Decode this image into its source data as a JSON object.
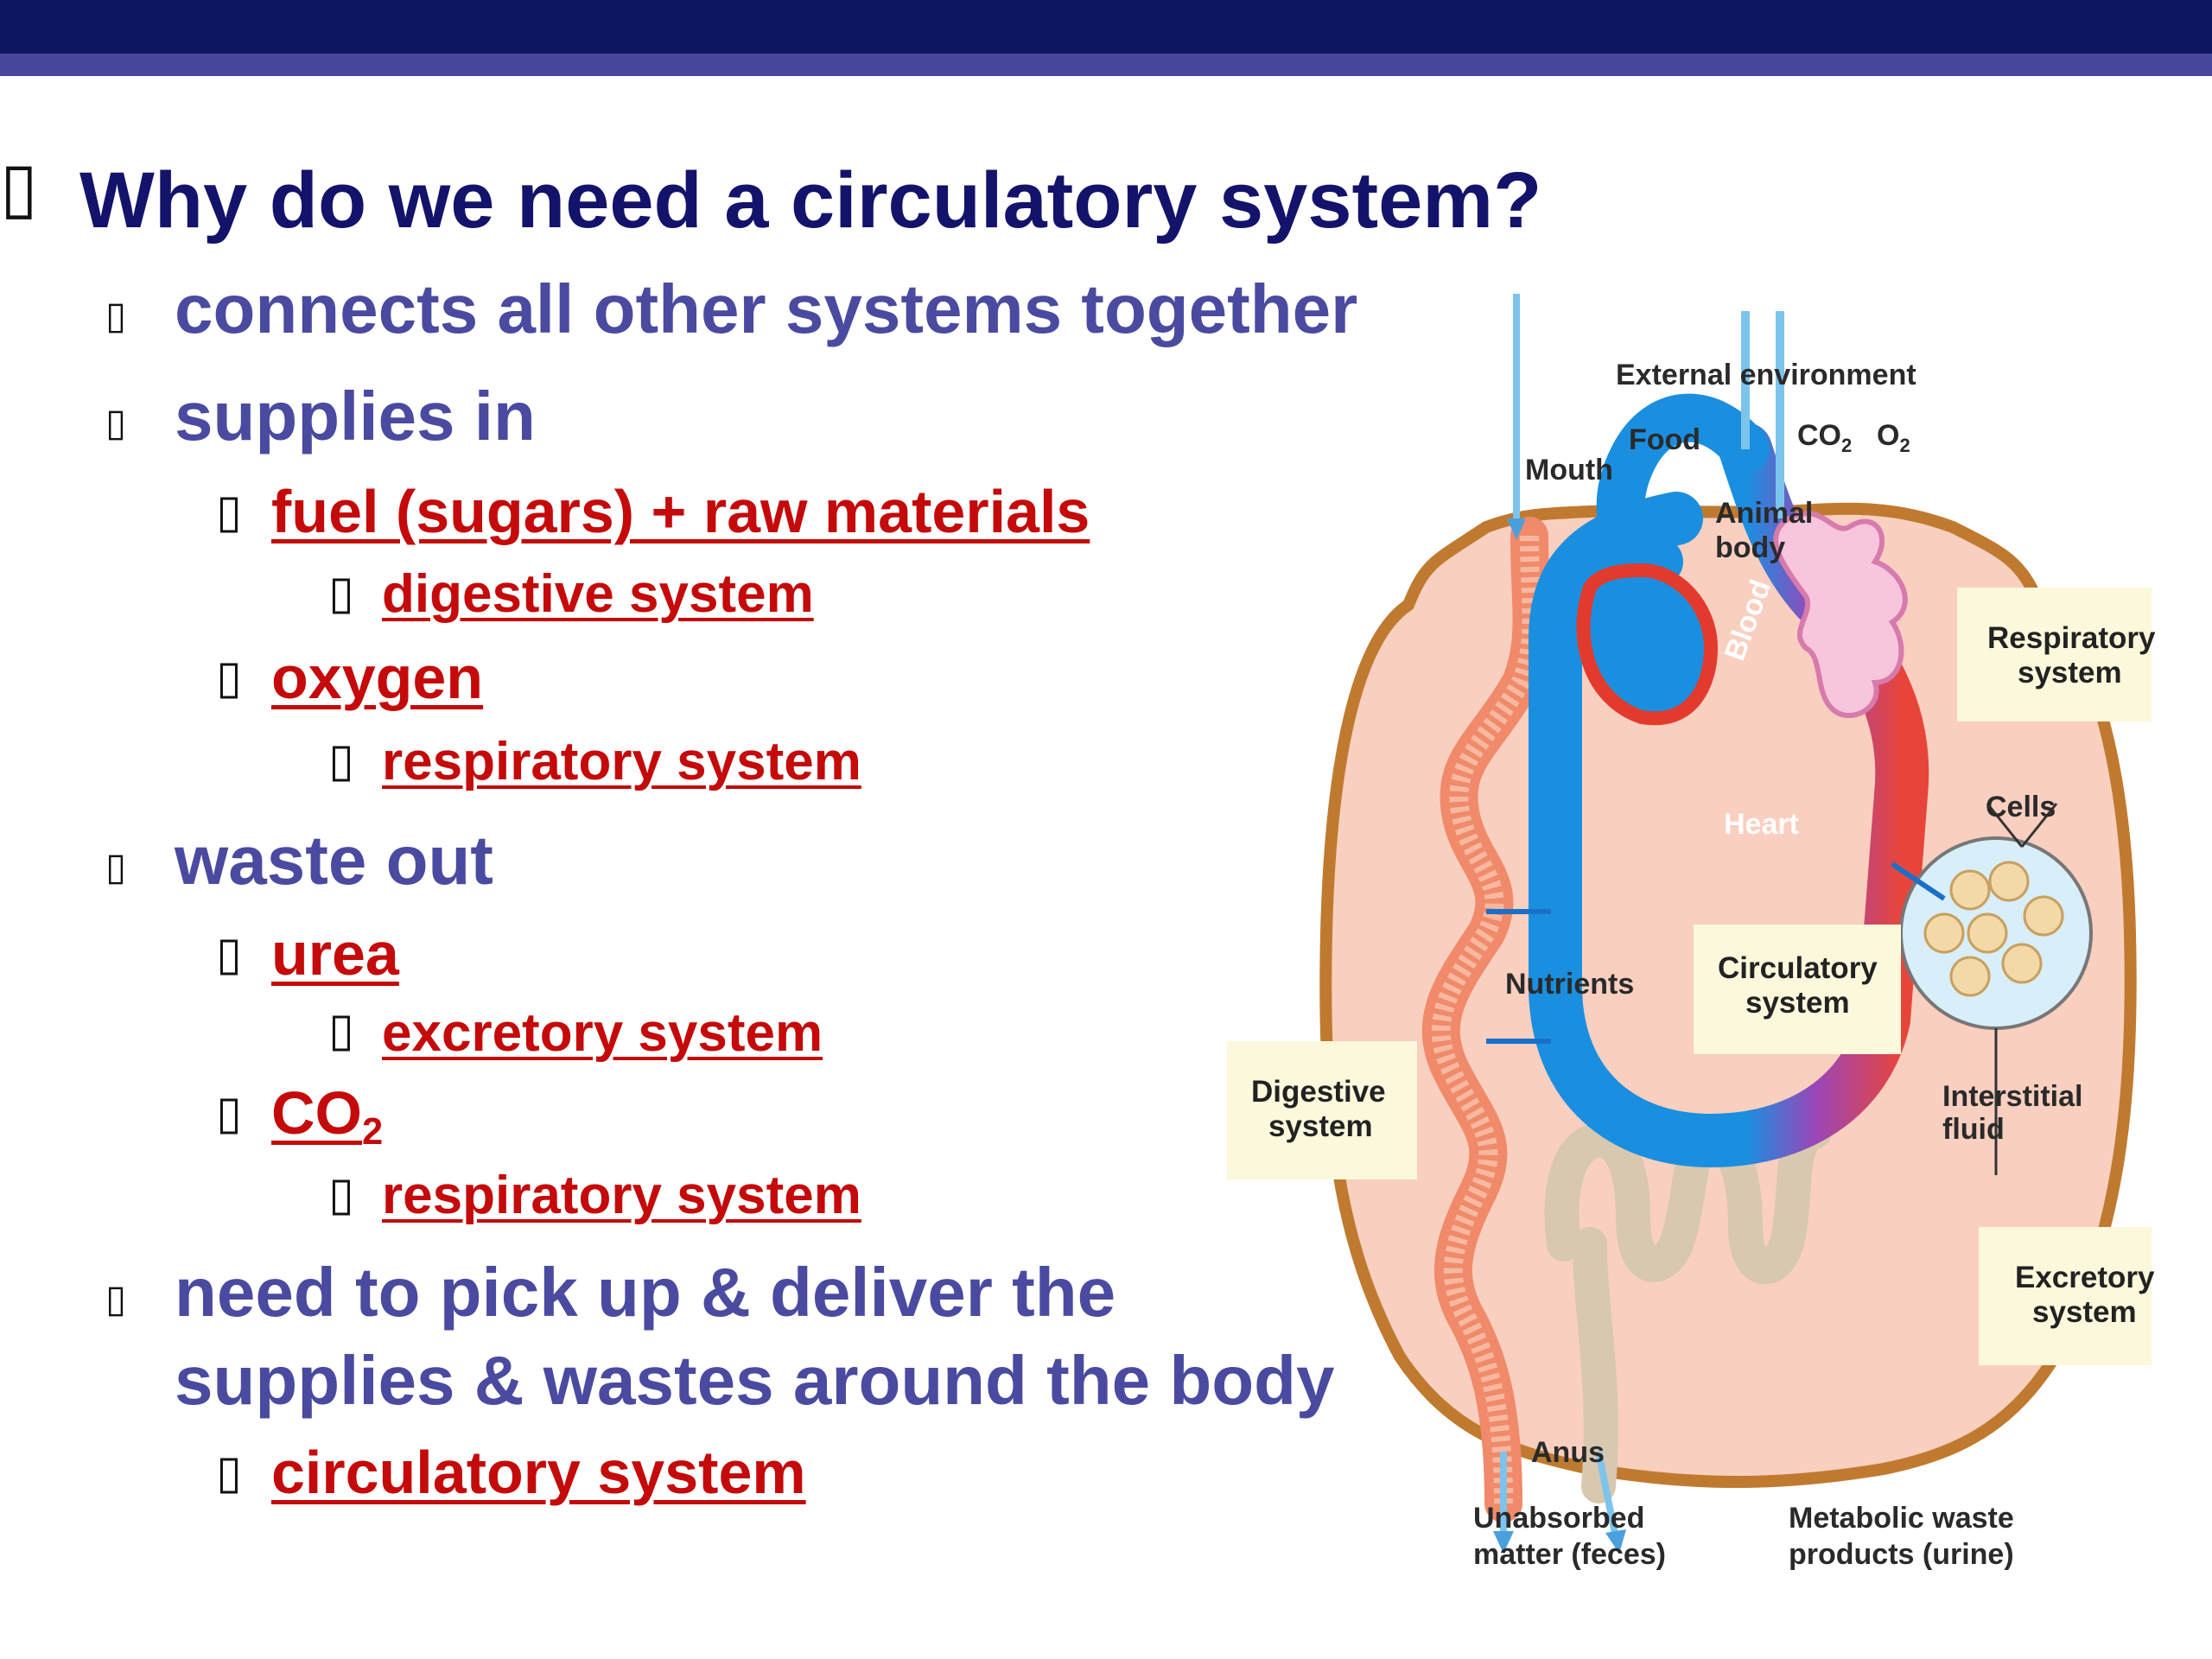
{
  "slide": {
    "title": "Why do we need a circulatory system?",
    "bullets": {
      "connects": "connects all other systems together",
      "supplies": "supplies in",
      "fuel": "fuel (sugars) + raw materials",
      "digestive": "digestive system",
      "oxygen": "oxygen",
      "respiratory1": "respiratory system",
      "waste": "waste out",
      "urea": "urea",
      "excretory": "excretory system",
      "co2_main": "CO",
      "co2_sub": "2",
      "respiratory2": "respiratory system",
      "need1": "need to pick up & deliver the",
      "need2": "supplies & wastes around the body",
      "circulatory": "circulatory system"
    },
    "bullet_glyph": "▯"
  },
  "diagram": {
    "external_environment": "External environment",
    "food": "Food",
    "co2": "CO",
    "co2_sub": "2",
    "o2": "O",
    "o2_sub": "2",
    "mouth": "Mouth",
    "animal_body_1": "Animal",
    "animal_body_2": "body",
    "blood": "Blood",
    "heart": "Heart",
    "respiratory_1": "Respiratory",
    "respiratory_2": "system",
    "cells": "Cells",
    "nutrients": "Nutrients",
    "circulatory_1": "Circulatory",
    "circulatory_2": "system",
    "digestive_1": "Digestive",
    "digestive_2": "system",
    "interstitial_1": "Interstitial",
    "interstitial_2": "fluid",
    "excretory_1": "Excretory",
    "excretory_2": "system",
    "anus": "Anus",
    "feces_1": "Unabsorbed",
    "feces_2": "matter (feces)",
    "urine_1": "Metabolic waste",
    "urine_2": "products (urine)"
  }
}
